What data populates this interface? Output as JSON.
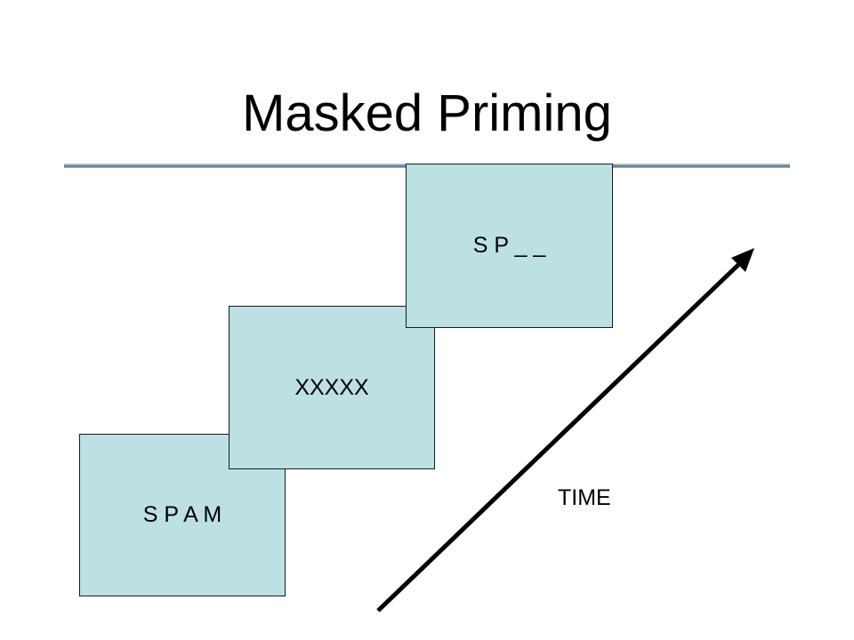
{
  "slide": {
    "title": "Masked Priming"
  },
  "colors": {
    "card_fill": "#bde0e3",
    "card_border": "#1a1a1a",
    "arrow": "#000000",
    "divider": "#4a6478"
  },
  "cards": {
    "prime": "S P A M",
    "mask": "XXXXX",
    "target": "S P _ _"
  },
  "arrow": {
    "label": "TIME",
    "icon": "diagonal-arrow-up-right-icon"
  }
}
